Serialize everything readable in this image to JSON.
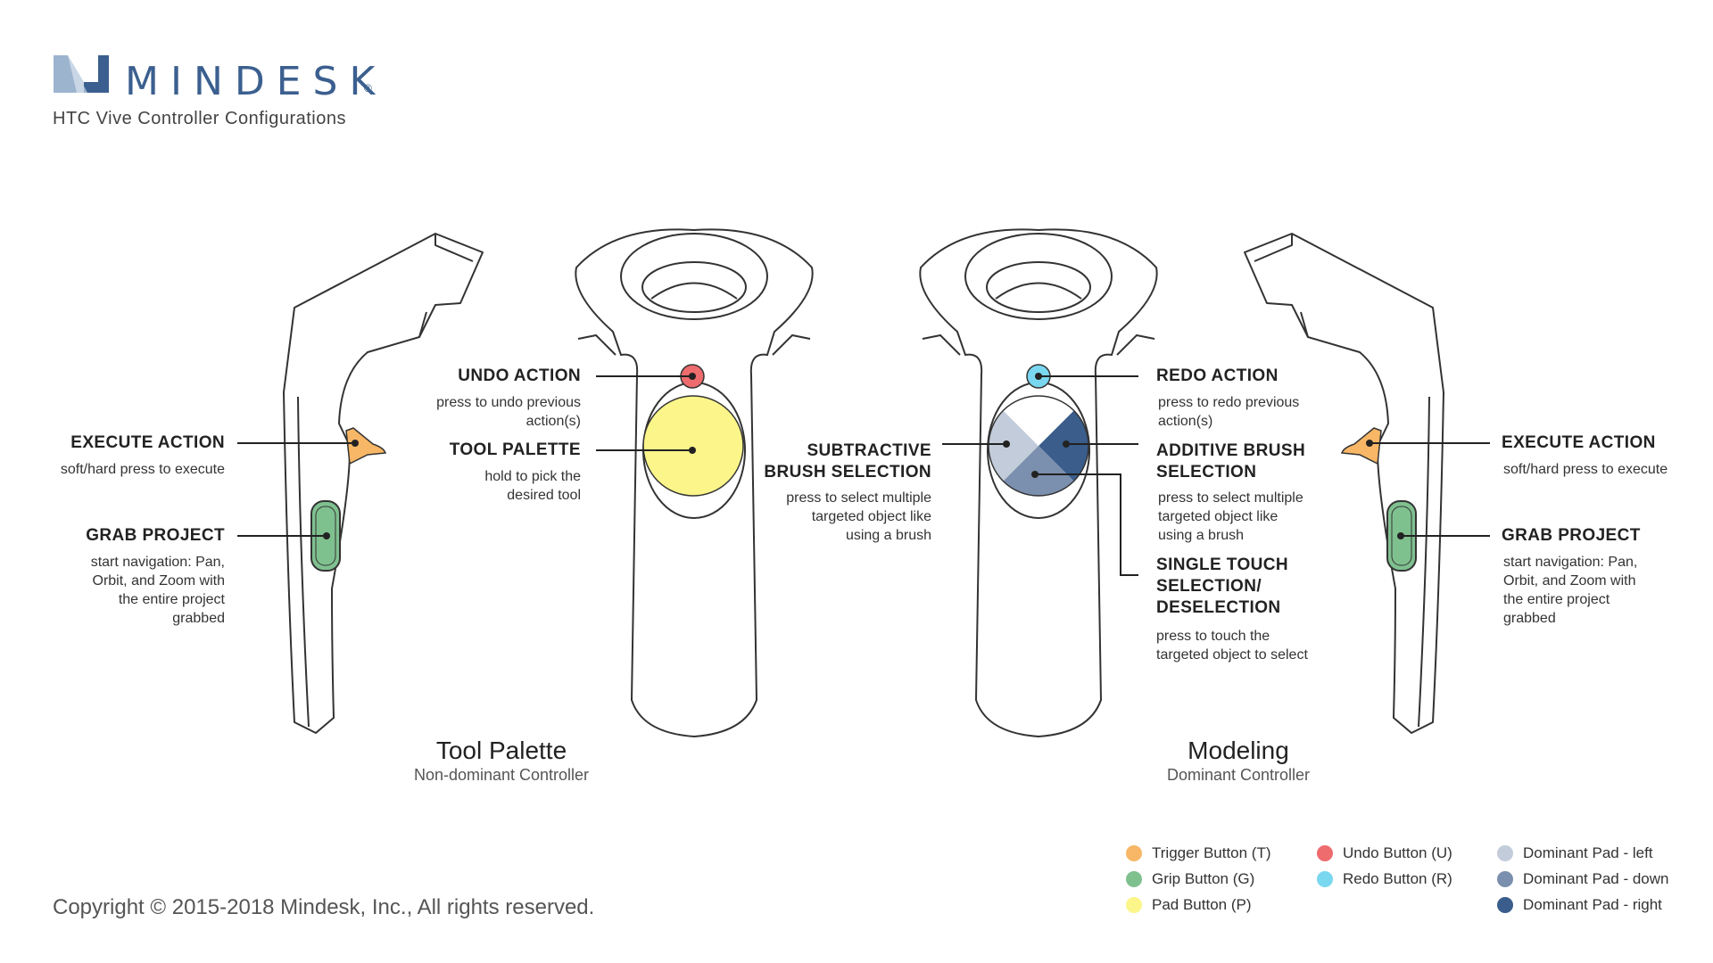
{
  "brand": {
    "name": "MINDESK",
    "registered": "®",
    "subtitle": "HTC Vive Controller Configurations"
  },
  "labels": {
    "execute_left": {
      "title": "EXECUTE ACTION",
      "desc": "soft/hard press to execute"
    },
    "grab_left": {
      "title": "GRAB PROJECT",
      "desc": [
        "start navigation: Pan,",
        "Orbit, and Zoom with",
        "the entire project",
        "grabbed"
      ]
    },
    "undo": {
      "title": "UNDO ACTION",
      "desc": [
        "press to undo previous",
        "action(s)"
      ]
    },
    "tool_palette": {
      "title": "TOOL PALETTE",
      "desc": [
        "hold to pick the",
        "desired tool"
      ]
    },
    "subtractive": {
      "title": [
        "SUBTRACTIVE",
        "BRUSH SELECTION"
      ],
      "desc": [
        "press to select multiple",
        "targeted object like",
        "using a brush"
      ]
    },
    "redo": {
      "title": "REDO ACTION",
      "desc": [
        "press to redo previous",
        "action(s)"
      ]
    },
    "additive": {
      "title": [
        "ADDITIVE BRUSH",
        "SELECTION"
      ],
      "desc": [
        "press to select multiple",
        "targeted object like",
        "using a brush"
      ]
    },
    "single_touch": {
      "title": [
        "SINGLE TOUCH",
        "SELECTION/",
        "DESELECTION"
      ],
      "desc": [
        "press to touch the",
        "targeted object to select"
      ]
    },
    "execute_right": {
      "title": "EXECUTE ACTION",
      "desc": "soft/hard press to execute"
    },
    "grab_right": {
      "title": "GRAB PROJECT",
      "desc": [
        "start navigation: Pan,",
        "Orbit, and Zoom with",
        "the entire project",
        "grabbed"
      ]
    }
  },
  "sections": {
    "left": {
      "title": "Tool Palette",
      "subtitle": "Non-dominant Controller"
    },
    "right": {
      "title": "Modeling",
      "subtitle": "Dominant Controller"
    }
  },
  "legend": [
    {
      "label": "Trigger Button (T)",
      "color": "#f7b766"
    },
    {
      "label": "Grip Button (G)",
      "color": "#7fc08f"
    },
    {
      "label": "Pad Button (P)",
      "color": "#fbf58a"
    },
    {
      "label": "Undo Button (U)",
      "color": "#ee6b6e"
    },
    {
      "label": "Redo Button (R)",
      "color": "#7ad7f0"
    },
    {
      "label": "Dominant Pad - left",
      "color": "#c3ccda"
    },
    {
      "label": "Dominant Pad - down",
      "color": "#7b8fae"
    },
    {
      "label": "Dominant Pad - right",
      "color": "#3a5d8c"
    }
  ],
  "copyright": "Copyright © 2015-2018 Mindesk, Inc., All rights reserved.",
  "colors": {
    "brand": "#3b5f8f",
    "trigger": "#f7b766",
    "grip": "#7fc08f",
    "pad": "#fbf58a",
    "undo": "#ee6b6e",
    "redo": "#7ad7f0",
    "pad_left": "#c3ccda",
    "pad_down": "#7b8fae",
    "pad_right": "#3a5d8c",
    "outline": "#333333"
  }
}
